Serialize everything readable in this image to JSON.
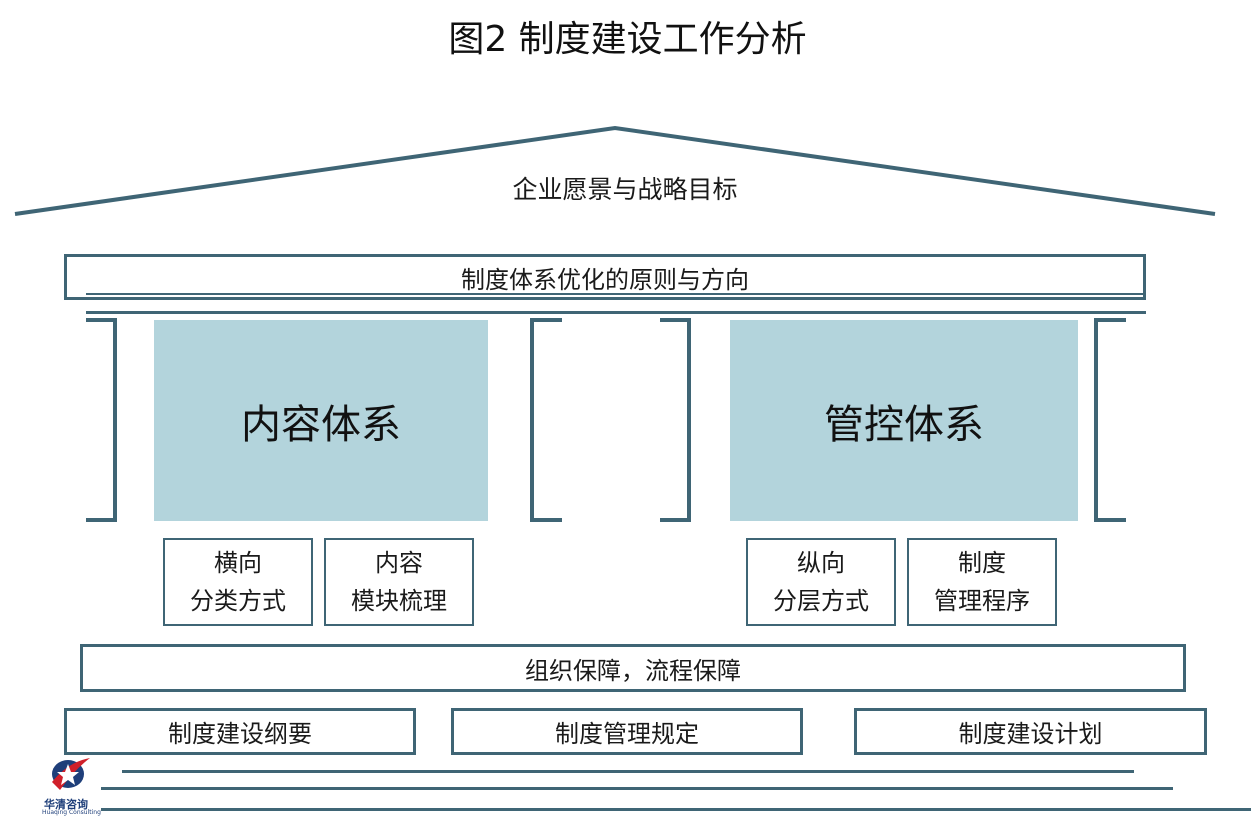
{
  "title": "图2  制度建设工作分析",
  "roof_label": "企业愿景与战略目标",
  "principles": "制度体系优化的原则与方向",
  "panels": {
    "content": "内容体系",
    "control": "管控体系"
  },
  "sub_boxes": [
    {
      "line1": "横向",
      "line2": "分类方式"
    },
    {
      "line1": "内容",
      "line2": "模块梳理"
    },
    {
      "line1": "纵向",
      "line2": "分层方式"
    },
    {
      "line1": "制度",
      "line2": "管理程序"
    }
  ],
  "guarantee": "组织保障，流程保障",
  "base_boxes": [
    "制度建设纲要",
    "制度管理规定",
    "制度建设计划"
  ],
  "logo": {
    "name": "华清咨询",
    "sub": "Huaqing Consulting"
  },
  "colors": {
    "stroke": "#3f6575",
    "panel_fill": "#b3d4dc",
    "logo_blue": "#1f3f7a",
    "logo_red": "#d0202a"
  }
}
